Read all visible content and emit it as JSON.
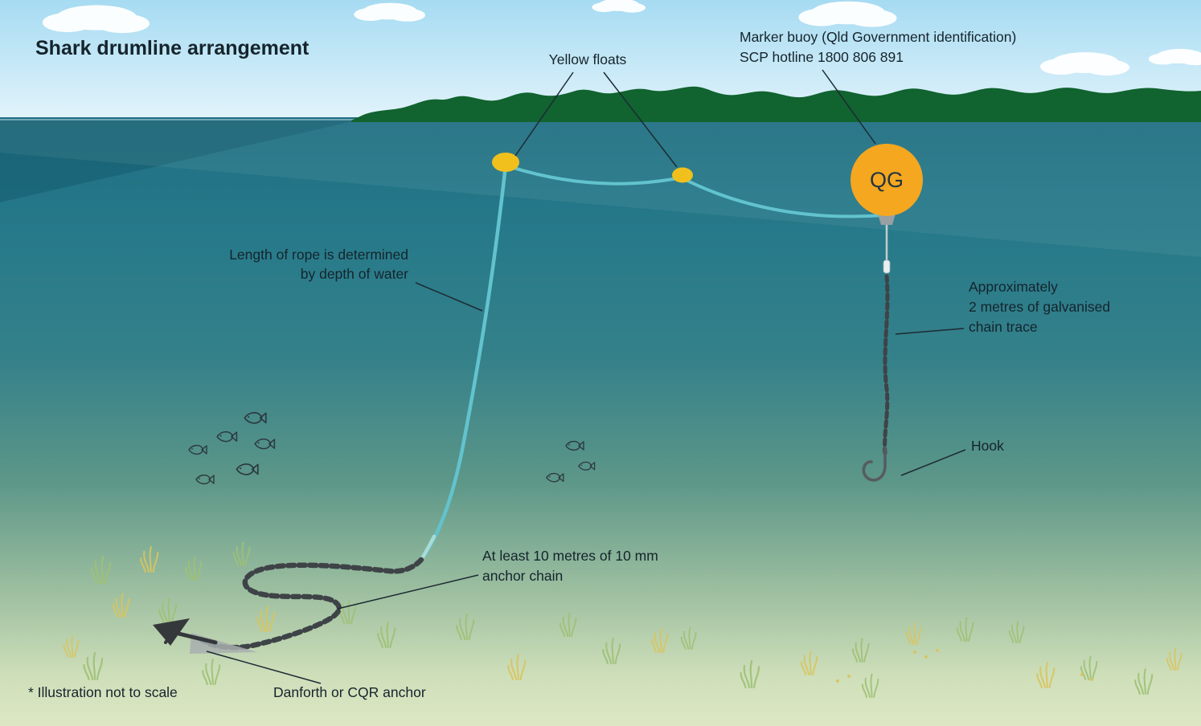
{
  "title": "Shark drumline arrangement",
  "labels": {
    "yellow_floats": "Yellow floats",
    "marker_buoy_line1": "Marker buoy (Qld Government identification)",
    "marker_buoy_line2": "SCP hotline 1800 806 891",
    "buoy": "QG",
    "rope_line1": "Length of rope is determined",
    "rope_line2": "by depth of water",
    "chain_trace_line1": "Approximately",
    "chain_trace_line2": "2 metres of galvanised",
    "chain_trace_line3": "chain trace",
    "hook": "Hook",
    "anchor_chain_line1": "At least 10 metres of 10 mm",
    "anchor_chain_line2": "anchor chain",
    "anchor": "Danforth or CQR anchor",
    "scale_note": "* Illustration not to scale"
  },
  "colors": {
    "buoy": "#F5A71F",
    "float": "#F1C01C",
    "rope": "#62C3CE",
    "land": "#11632F",
    "chain": "#3E4347",
    "text": "#15242C"
  }
}
